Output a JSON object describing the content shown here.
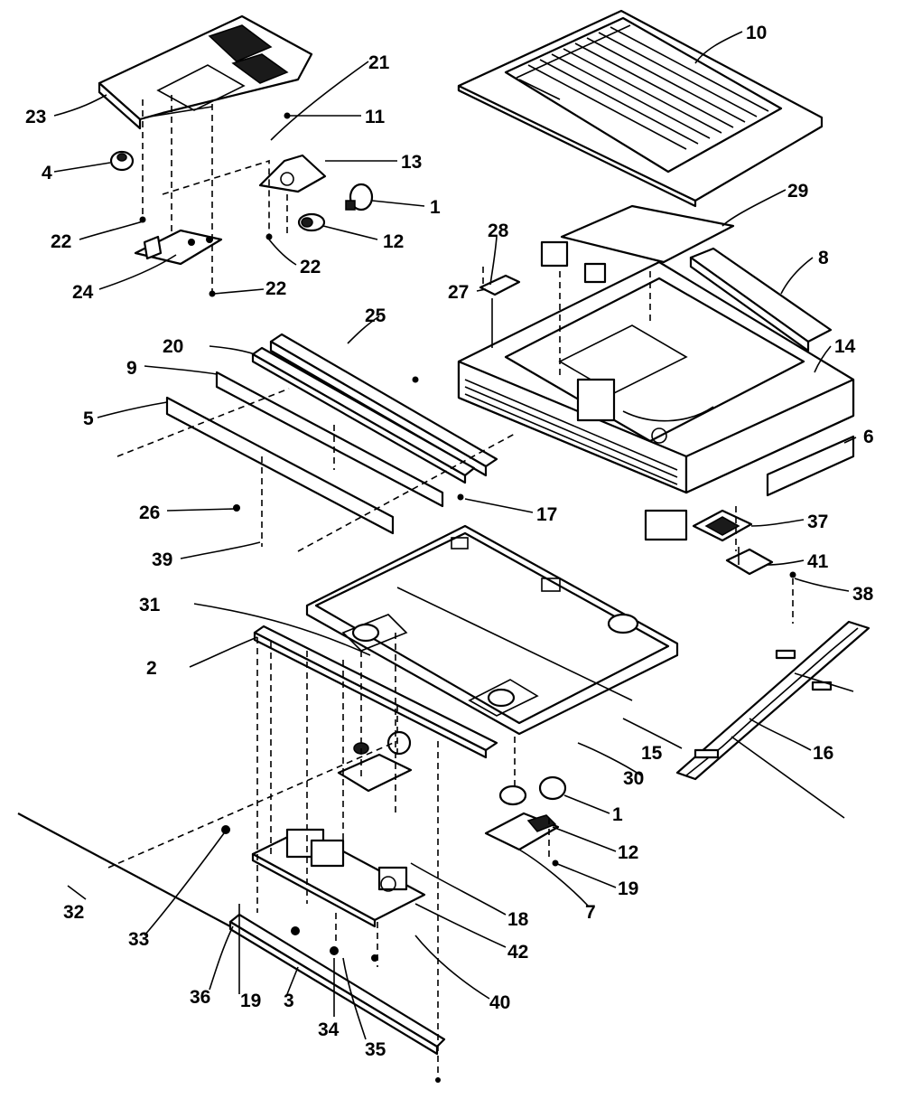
{
  "labels": {
    "p1a": "1",
    "p1b": "1",
    "p2": "2",
    "p3": "3",
    "p4": "4",
    "p5": "5",
    "p6": "6",
    "p7": "7",
    "p8": "8",
    "p9": "9",
    "p10": "10",
    "p11": "11",
    "p12a": "12",
    "p12b": "12",
    "p13": "13",
    "p14": "14",
    "p15": "15",
    "p16": "16",
    "p17": "17",
    "p18": "18",
    "p19a": "19",
    "p19b": "19",
    "p20": "20",
    "p21": "21",
    "p22a": "22",
    "p22b": "22",
    "p22c": "22",
    "p23": "23",
    "p24": "24",
    "p25": "25",
    "p26": "26",
    "p27": "27",
    "p28": "28",
    "p29": "29",
    "p30": "30",
    "p31": "31",
    "p32": "32",
    "p33": "33",
    "p34": "34",
    "p35": "35",
    "p36": "36",
    "p37": "37",
    "p38": "38",
    "p39": "39",
    "p40": "40",
    "p41": "41",
    "p42": "42"
  }
}
